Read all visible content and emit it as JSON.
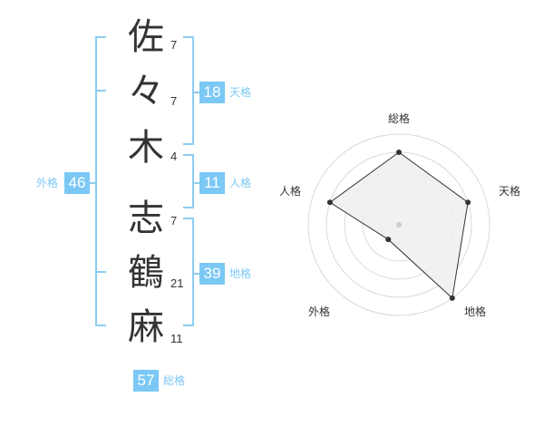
{
  "name_chars": [
    {
      "char": "佐",
      "strokes": "7"
    },
    {
      "char": "々",
      "strokes": "7"
    },
    {
      "char": "木",
      "strokes": "4"
    },
    {
      "char": "志",
      "strokes": "7"
    },
    {
      "char": "鶴",
      "strokes": "21"
    },
    {
      "char": "麻",
      "strokes": "11"
    }
  ],
  "kaku": {
    "tenkaku": {
      "label": "天格",
      "value": "18"
    },
    "jinkaku": {
      "label": "人格",
      "value": "11"
    },
    "chikaku": {
      "label": "地格",
      "value": "39"
    },
    "gaikaku": {
      "label": "外格",
      "value": "46"
    },
    "soukaku": {
      "label": "総格",
      "value": "57"
    }
  },
  "radar": {
    "axes": [
      "総格",
      "天格",
      "地格",
      "外格",
      "人格"
    ],
    "max_level": 5,
    "values": [
      4,
      4,
      5,
      1,
      4
    ],
    "colors": {
      "grid": "#d9d9d9",
      "fill": "#eeeeee",
      "line": "#333333",
      "point": "#333333",
      "center": "#cccccc"
    }
  },
  "colors": {
    "accent": "#7cc8f5",
    "bracket": "#8ccdf2",
    "text": "#333333"
  }
}
